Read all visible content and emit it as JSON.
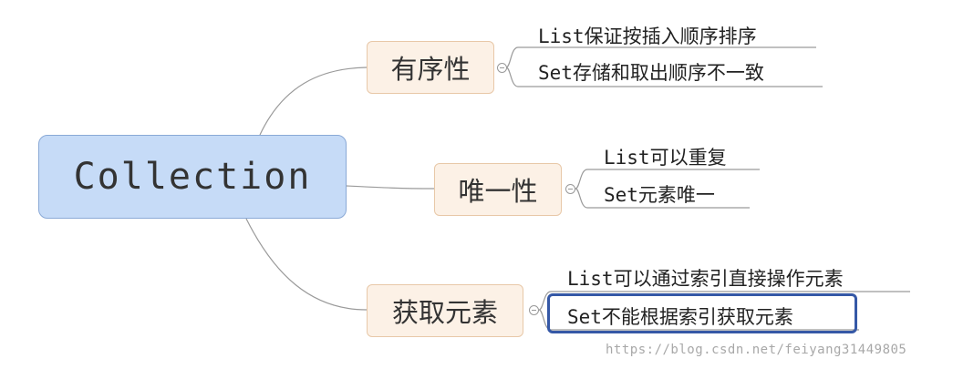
{
  "root": {
    "label": "Collection"
  },
  "branches": [
    {
      "label": "有序性",
      "leaves": [
        "List保证按插入顺序排序",
        "Set存储和取出顺序不一致"
      ]
    },
    {
      "label": "唯一性",
      "leaves": [
        "List可以重复",
        "Set元素唯一"
      ]
    },
    {
      "label": "获取元素",
      "leaves": [
        "List可以通过索引直接操作元素",
        "Set不能根据索引获取元素"
      ]
    }
  ],
  "highlighted_leaf": "Set不能根据索引获取元素",
  "watermark": "https://blog.csdn.net/feiyang31449805"
}
